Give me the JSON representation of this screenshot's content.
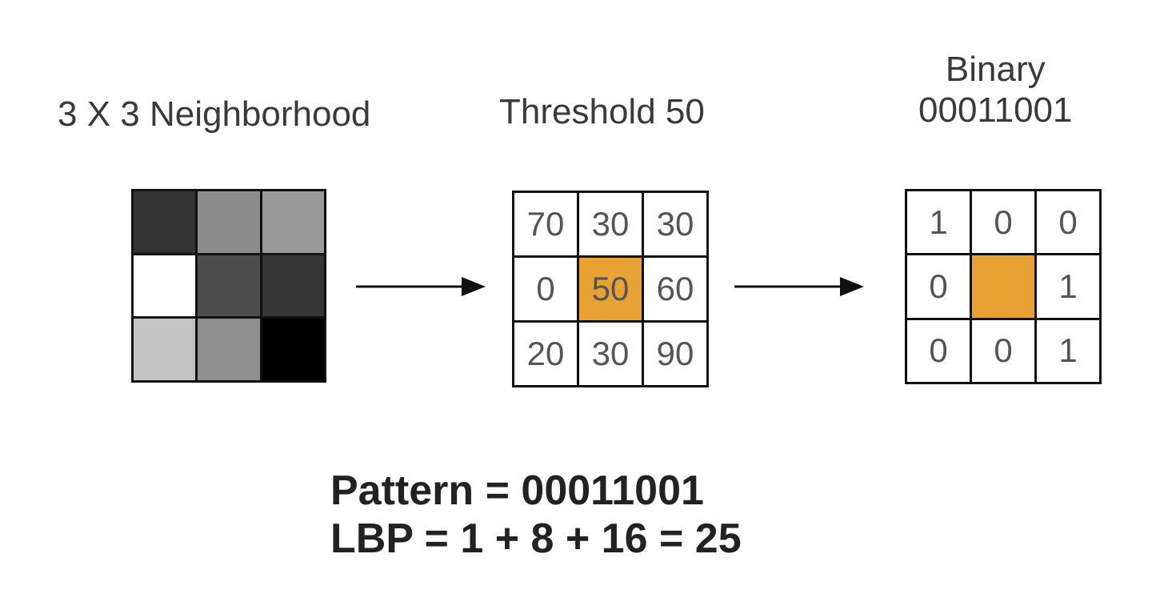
{
  "headings": {
    "neighborhood": "3 X 3 Neighborhood",
    "threshold": "Threshold 50",
    "binary_title": "Binary",
    "binary_value": "00011001"
  },
  "gray_grid": {
    "colors": [
      "#333333",
      "#8c8c8c",
      "#999999",
      "#ffffff",
      "#4d4d4d",
      "#363636",
      "#c4c4c4",
      "#8f8f8f",
      "#000000"
    ]
  },
  "threshold_grid": {
    "cells": [
      "70",
      "30",
      "30",
      "0",
      "50",
      "60",
      "20",
      "30",
      "90"
    ],
    "center_color": "#e8a133"
  },
  "binary_grid": {
    "cells": [
      "1",
      "0",
      "0",
      "0",
      "",
      "1",
      "0",
      "0",
      "1"
    ],
    "center_color": "#e8a133"
  },
  "formula": {
    "pattern": "Pattern = 00011001",
    "lbp": "LBP = 1 + 8 + 16 = 25"
  }
}
